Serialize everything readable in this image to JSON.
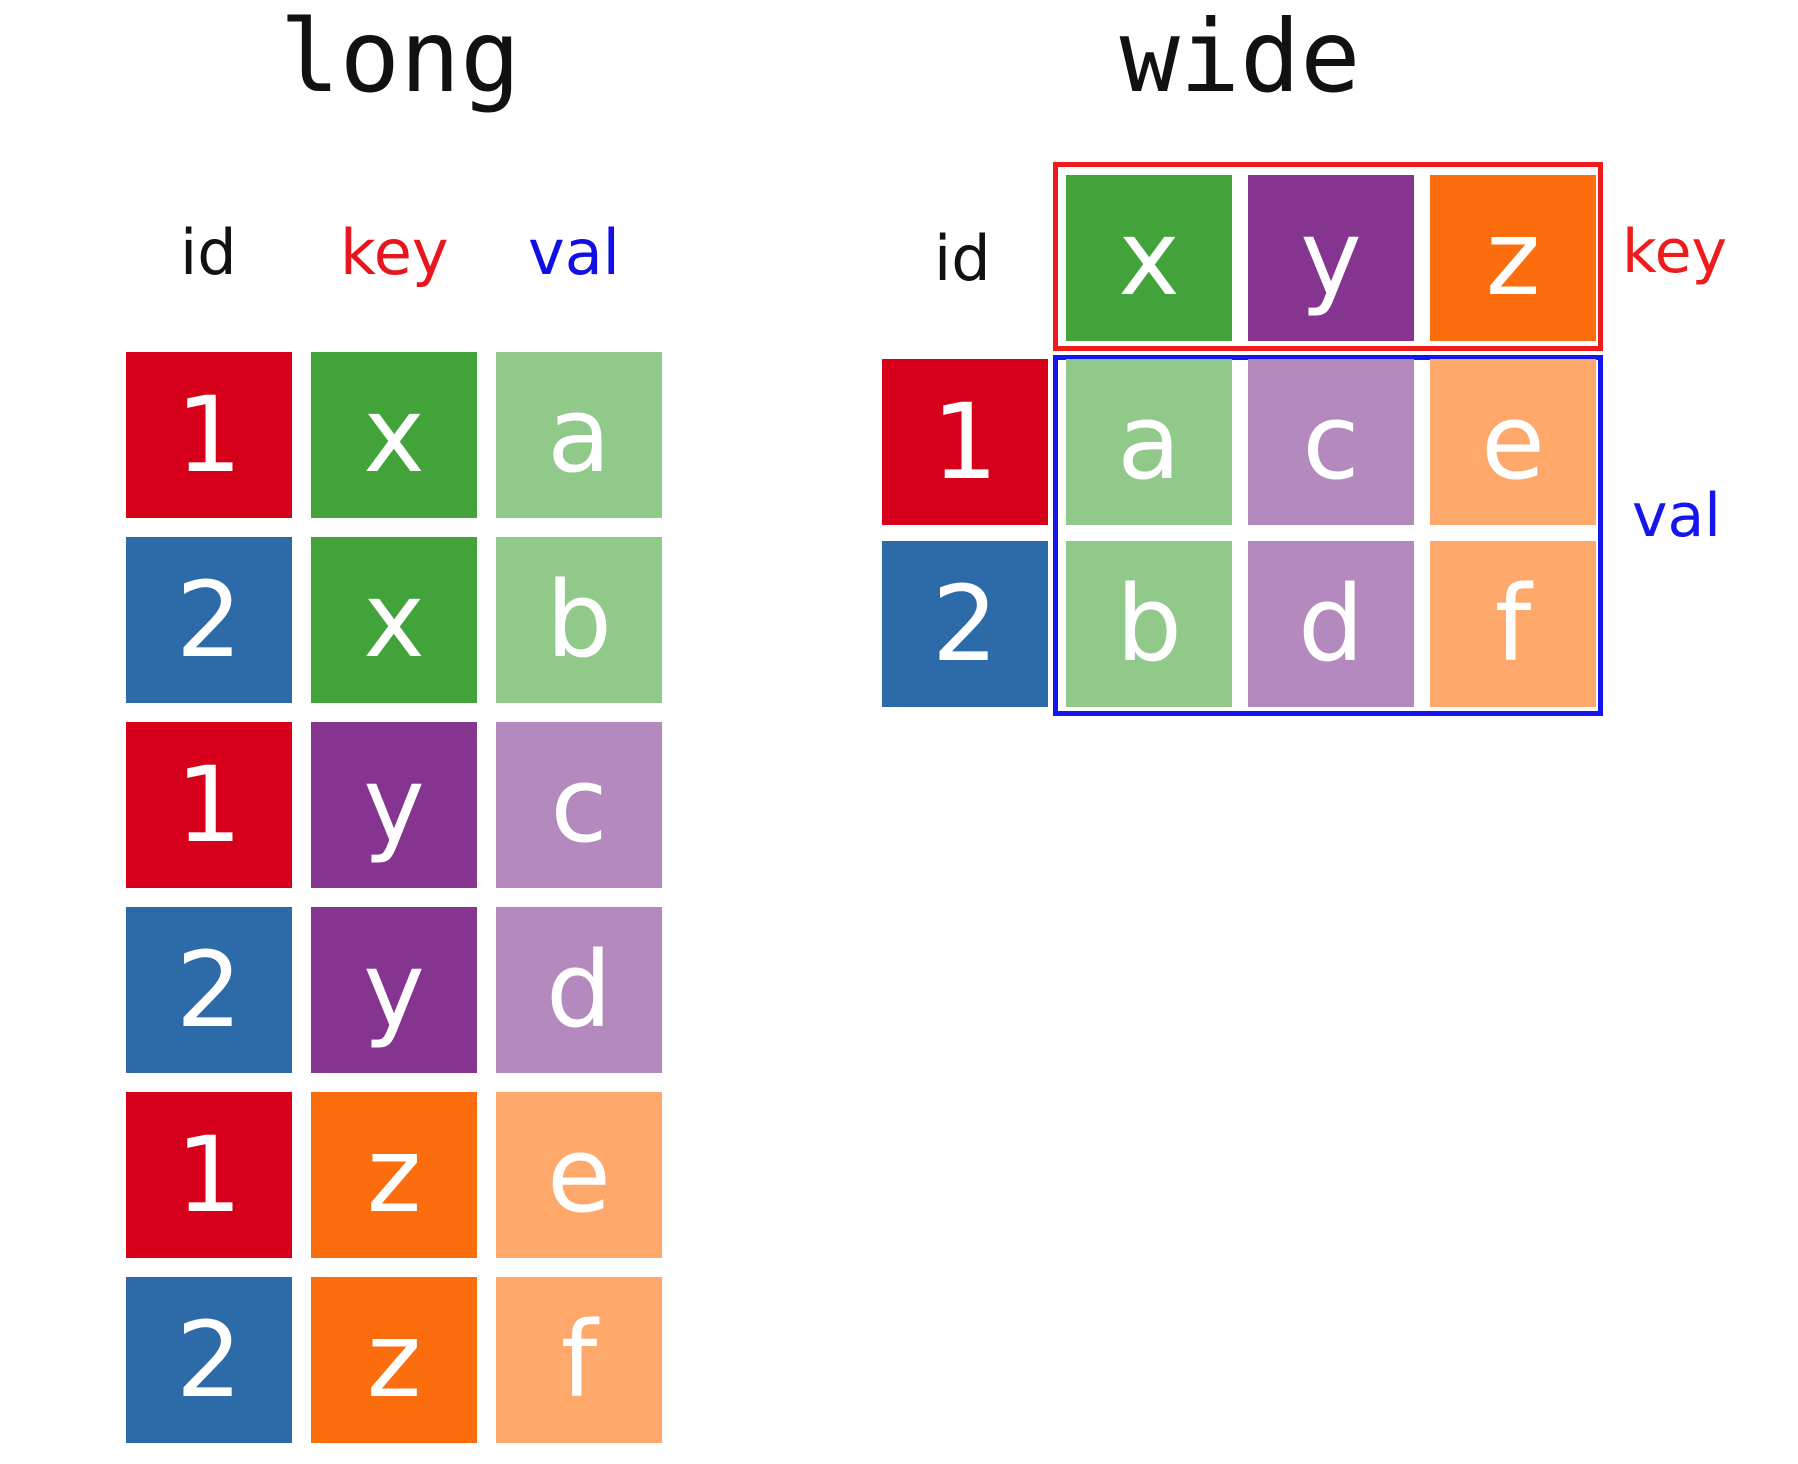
{
  "long": {
    "title": "long",
    "headers": {
      "id": {
        "text": "id",
        "color": "#111111"
      },
      "key": {
        "text": "key",
        "color": "#e8161c"
      },
      "val": {
        "text": "val",
        "color": "#1010e6"
      }
    },
    "rows": [
      {
        "id": "1",
        "key": "x",
        "val": "a"
      },
      {
        "id": "2",
        "key": "x",
        "val": "b"
      },
      {
        "id": "1",
        "key": "y",
        "val": "c"
      },
      {
        "id": "2",
        "key": "y",
        "val": "d"
      },
      {
        "id": "1",
        "key": "z",
        "val": "e"
      },
      {
        "id": "2",
        "key": "z",
        "val": "f"
      }
    ]
  },
  "wide": {
    "title": "wide",
    "id_header": "id",
    "key_label": "key",
    "val_label": "val",
    "keys": [
      "x",
      "y",
      "z"
    ],
    "ids": [
      "1",
      "2"
    ],
    "values": [
      [
        "a",
        "c",
        "e"
      ],
      [
        "b",
        "d",
        "f"
      ]
    ]
  },
  "colors": {
    "id": {
      "1": "#d7001a",
      "2": "#2d6aa8"
    },
    "key": {
      "x": "#41a33a",
      "y": "#853590",
      "z": "#fc6d0d"
    },
    "val": {
      "x": "#90c989",
      "y": "#b489bd",
      "z": "#fea86c"
    },
    "key_frame": "#ee1c1c",
    "val_frame": "#1515ee"
  }
}
